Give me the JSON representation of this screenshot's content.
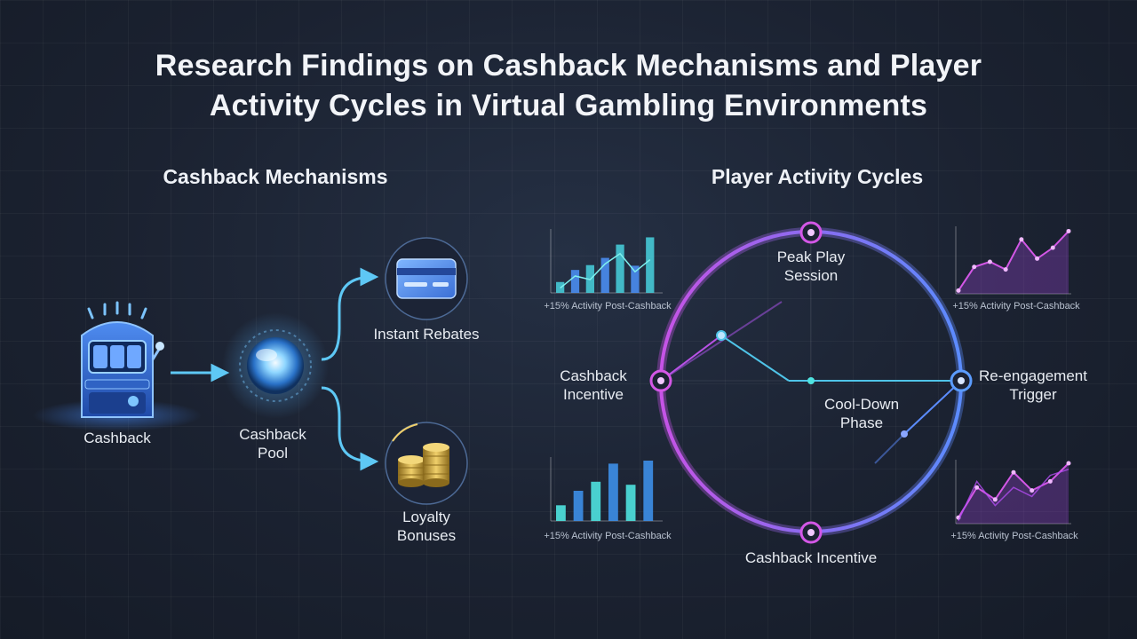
{
  "title": {
    "line1": "Research Findings on Cashback Mechanisms and Player",
    "line2": "Activity Cycles in Virtual Gambling Environments"
  },
  "left": {
    "heading": "Cashback Mechanisms",
    "source_label": "Cashback",
    "pool_label": [
      "Cashback",
      "Pool"
    ],
    "rebates_label": "Instant Rebates",
    "loyalty_label": [
      "Loyalty",
      "Bonuses"
    ]
  },
  "right": {
    "heading": "Player Activity Cycles",
    "cycle": {
      "top": [
        "Peak Play",
        "Session"
      ],
      "left": [
        "Cashback",
        "Incentive"
      ],
      "right": [
        "Re-engagement",
        "Trigger"
      ],
      "center": [
        "Cool-Down",
        "Phase"
      ],
      "bottom": "Cashback Incentive"
    },
    "mini_caption": "+15% Activity Post-Cashback"
  },
  "colors": {
    "cyan": "#4fe3e0",
    "blue": "#5b8cff",
    "purple": "#b14cf0",
    "magenta": "#d357e6"
  },
  "icons": [
    "slot-machine-icon",
    "glowing-orb-icon",
    "credit-card-icon",
    "coin-stack-icon"
  ],
  "chart_data": [
    {
      "type": "bar",
      "name": "top-left-mini-chart",
      "values": [
        0.18,
        0.38,
        0.46,
        0.58,
        0.8,
        0.45,
        0.92
      ],
      "line": [
        0.08,
        0.28,
        0.22,
        0.48,
        0.65,
        0.35,
        0.55
      ],
      "caption": "+15% Activity Post-Cashback"
    },
    {
      "type": "area",
      "name": "top-right-mini-chart",
      "values": [
        0.05,
        0.42,
        0.5,
        0.38,
        0.85,
        0.55,
        0.72,
        0.98
      ],
      "caption": "+15% Activity Post-Cashback"
    },
    {
      "type": "bar",
      "name": "bottom-left-mini-chart",
      "values": [
        0.26,
        0.5,
        0.65,
        0.95,
        0.6,
        1.0
      ],
      "caption": "+15% Activity Post-Cashback"
    },
    {
      "type": "area",
      "name": "bottom-right-mini-chart",
      "values": [
        0.1,
        0.6,
        0.4,
        0.85,
        0.55,
        0.7,
        1.0
      ],
      "line2": [
        0.05,
        0.7,
        0.3,
        0.6,
        0.45,
        0.8,
        0.9
      ],
      "caption": "+15% Activity Post-Cashback"
    }
  ]
}
